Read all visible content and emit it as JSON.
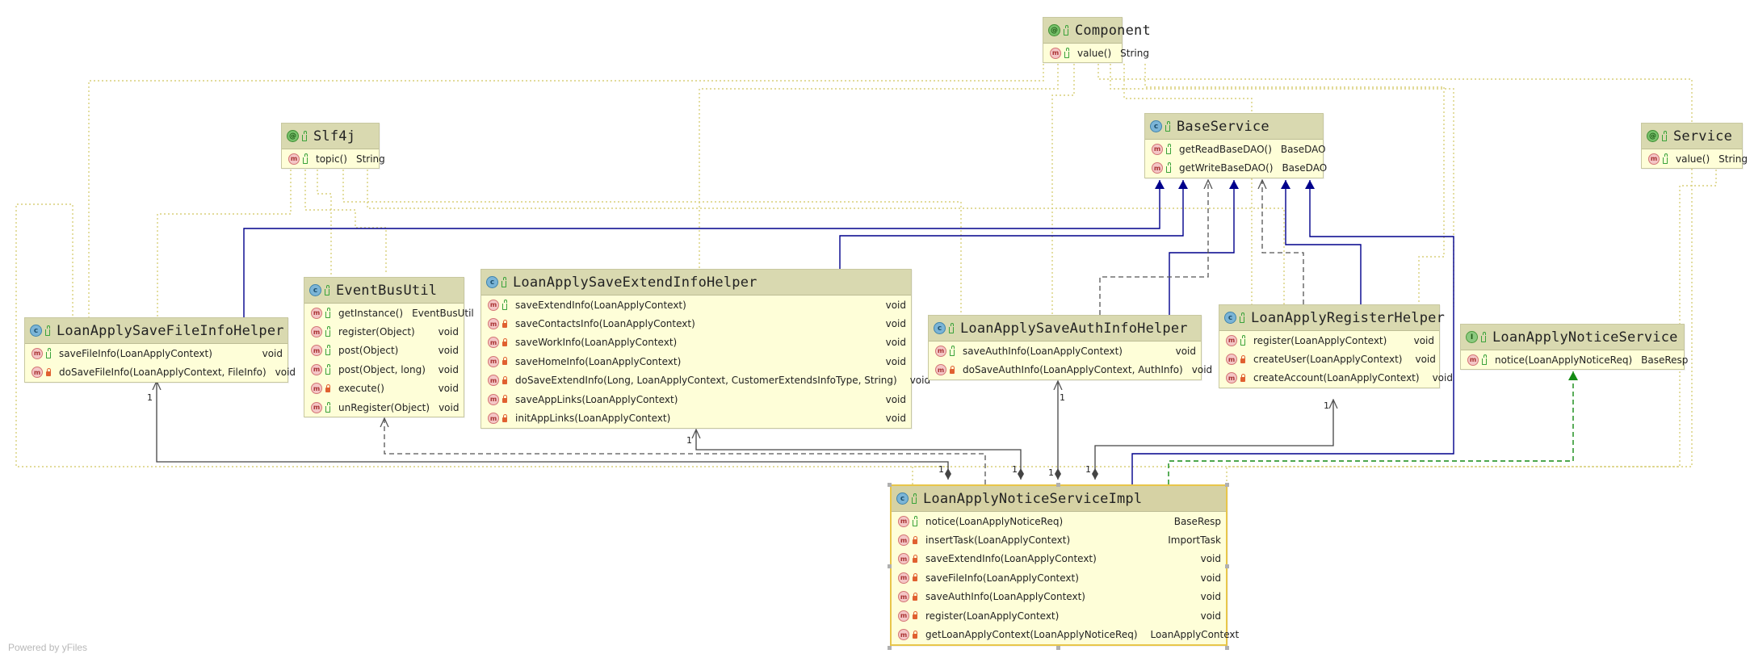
{
  "diagram": {
    "nodes": [
      {
        "id": "component",
        "kind": "a",
        "title": "Component",
        "members": [
          {
            "vis": "pub",
            "sig": "value()",
            "type": "String"
          }
        ]
      },
      {
        "id": "slf4j",
        "kind": "a",
        "title": "Slf4j",
        "members": [
          {
            "vis": "pub",
            "sig": "topic()",
            "type": "String"
          }
        ]
      },
      {
        "id": "baseService",
        "kind": "c",
        "title": "BaseService",
        "members": [
          {
            "vis": "pub",
            "sig": "getReadBaseDAO()",
            "type": "BaseDAO"
          },
          {
            "vis": "pub",
            "sig": "getWriteBaseDAO()",
            "type": "BaseDAO"
          }
        ]
      },
      {
        "id": "service",
        "kind": "a",
        "title": "Service",
        "members": [
          {
            "vis": "pub",
            "sig": "value()",
            "type": "String"
          }
        ]
      },
      {
        "id": "eventBusUtil",
        "kind": "c",
        "title": "EventBusUtil",
        "members": [
          {
            "vis": "pub",
            "sig": "getInstance()",
            "type": "EventBusUtil",
            "static": true
          },
          {
            "vis": "pub",
            "sig": "register(Object)",
            "type": "void"
          },
          {
            "vis": "pub",
            "sig": "post(Object)",
            "type": "void"
          },
          {
            "vis": "pub",
            "sig": "post(Object, long)",
            "type": "void"
          },
          {
            "vis": "priv",
            "sig": "execute()",
            "type": "void"
          },
          {
            "vis": "pub",
            "sig": "unRegister(Object)",
            "type": "void"
          }
        ]
      },
      {
        "id": "saveExtend",
        "kind": "c",
        "title": "LoanApplySaveExtendInfoHelper",
        "members": [
          {
            "vis": "pub",
            "sig": "saveExtendInfo(LoanApplyContext)",
            "type": "void"
          },
          {
            "vis": "priv",
            "sig": "saveContactsInfo(LoanApplyContext)",
            "type": "void"
          },
          {
            "vis": "priv",
            "sig": "saveWorkInfo(LoanApplyContext)",
            "type": "void"
          },
          {
            "vis": "priv",
            "sig": "saveHomeInfo(LoanApplyContext)",
            "type": "void"
          },
          {
            "vis": "priv",
            "sig": "doSaveExtendInfo(Long, LoanApplyContext, CustomerExtendsInfoType, String)",
            "type": "void"
          },
          {
            "vis": "priv",
            "sig": "saveAppLinks(LoanApplyContext)",
            "type": "void"
          },
          {
            "vis": "priv",
            "sig": "initAppLinks(LoanApplyContext)",
            "type": "void"
          }
        ]
      },
      {
        "id": "saveFile",
        "kind": "c",
        "title": "LoanApplySaveFileInfoHelper",
        "members": [
          {
            "vis": "pub",
            "sig": "saveFileInfo(LoanApplyContext)",
            "type": "void"
          },
          {
            "vis": "priv",
            "sig": "doSaveFileInfo(LoanApplyContext, FileInfo)",
            "type": "void"
          }
        ]
      },
      {
        "id": "saveAuth",
        "kind": "c",
        "title": "LoanApplySaveAuthInfoHelper",
        "members": [
          {
            "vis": "pub",
            "sig": "saveAuthInfo(LoanApplyContext)",
            "type": "void"
          },
          {
            "vis": "priv",
            "sig": "doSaveAuthInfo(LoanApplyContext, AuthInfo)",
            "type": "void"
          }
        ]
      },
      {
        "id": "register",
        "kind": "c",
        "title": "LoanApplyRegisterHelper",
        "members": [
          {
            "vis": "pub",
            "sig": "register(LoanApplyContext)",
            "type": "void"
          },
          {
            "vis": "priv",
            "sig": "createUser(LoanApplyContext)",
            "type": "void"
          },
          {
            "vis": "priv",
            "sig": "createAccount(LoanApplyContext)",
            "type": "void"
          }
        ]
      },
      {
        "id": "noticeService",
        "kind": "i",
        "title": "LoanApplyNoticeService",
        "members": [
          {
            "vis": "pub",
            "sig": "notice(LoanApplyNoticeReq)",
            "type": "BaseResp"
          }
        ]
      },
      {
        "id": "noticeImpl",
        "kind": "c",
        "title": "LoanApplyNoticeServiceImpl",
        "selected": true,
        "members": [
          {
            "vis": "pub",
            "sig": "notice(LoanApplyNoticeReq)",
            "type": "BaseResp"
          },
          {
            "vis": "priv",
            "sig": "insertTask(LoanApplyContext)",
            "type": "ImportTask"
          },
          {
            "vis": "priv",
            "sig": "saveExtendInfo(LoanApplyContext)",
            "type": "void"
          },
          {
            "vis": "priv",
            "sig": "saveFileInfo(LoanApplyContext)",
            "type": "void"
          },
          {
            "vis": "priv",
            "sig": "saveAuthInfo(LoanApplyContext)",
            "type": "void"
          },
          {
            "vis": "priv",
            "sig": "register(LoanApplyContext)",
            "type": "void"
          },
          {
            "vis": "priv",
            "sig": "getLoanApplyContext(LoanApplyNoticeReq)",
            "type": "LoanApplyContext"
          }
        ]
      }
    ],
    "multiplicities": [
      "1",
      "1",
      "1",
      "1",
      "1",
      "1",
      "1",
      "1"
    ],
    "colors": {
      "inherit": "#00008b",
      "dependency": "#555555",
      "implements": "#138a13",
      "annotation": "#d8cf7a"
    }
  },
  "footer": {
    "text": "Powered by yFiles"
  }
}
